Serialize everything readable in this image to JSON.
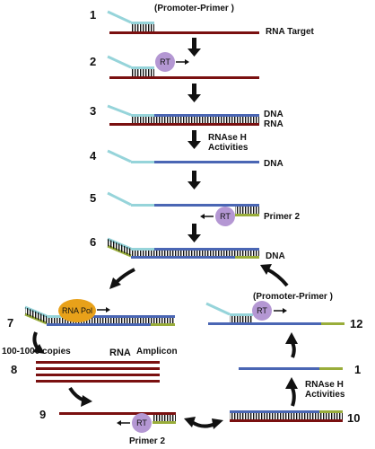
{
  "header": {
    "promoter_primer_top": "(Promoter-Primer )"
  },
  "steps": [
    "1",
    "2",
    "3",
    "4",
    "5",
    "6",
    "7",
    "8",
    "9",
    "10",
    "1",
    "12"
  ],
  "labels": {
    "rna_target": "RNA Target",
    "dna_3": "DNA",
    "rna_3": "RNA",
    "rnase_h_1": "RNAse H",
    "activities_1": "Activities",
    "dna_4": "DNA",
    "primer2_5": "Primer 2",
    "dna_6": "DNA",
    "promoter_primer_12": "(Promoter-Primer )",
    "copies": "100-1000  copies",
    "rna": "RNA",
    "amplicon": "Amplicon",
    "rnase_h_2": "RNAse H",
    "activities_2": "Activities",
    "primer2_9": "Primer 2"
  },
  "enzymes": {
    "rt": "RT",
    "rna_pol": "RNA Pol"
  },
  "colors": {
    "rna": "#7a1010",
    "dna": "#4a66b4",
    "promoter": "#96d4da",
    "primer2": "#99ad3a",
    "rt": "#b497d3",
    "rna_pol": "#e8a11a",
    "arrow": "#111111"
  }
}
